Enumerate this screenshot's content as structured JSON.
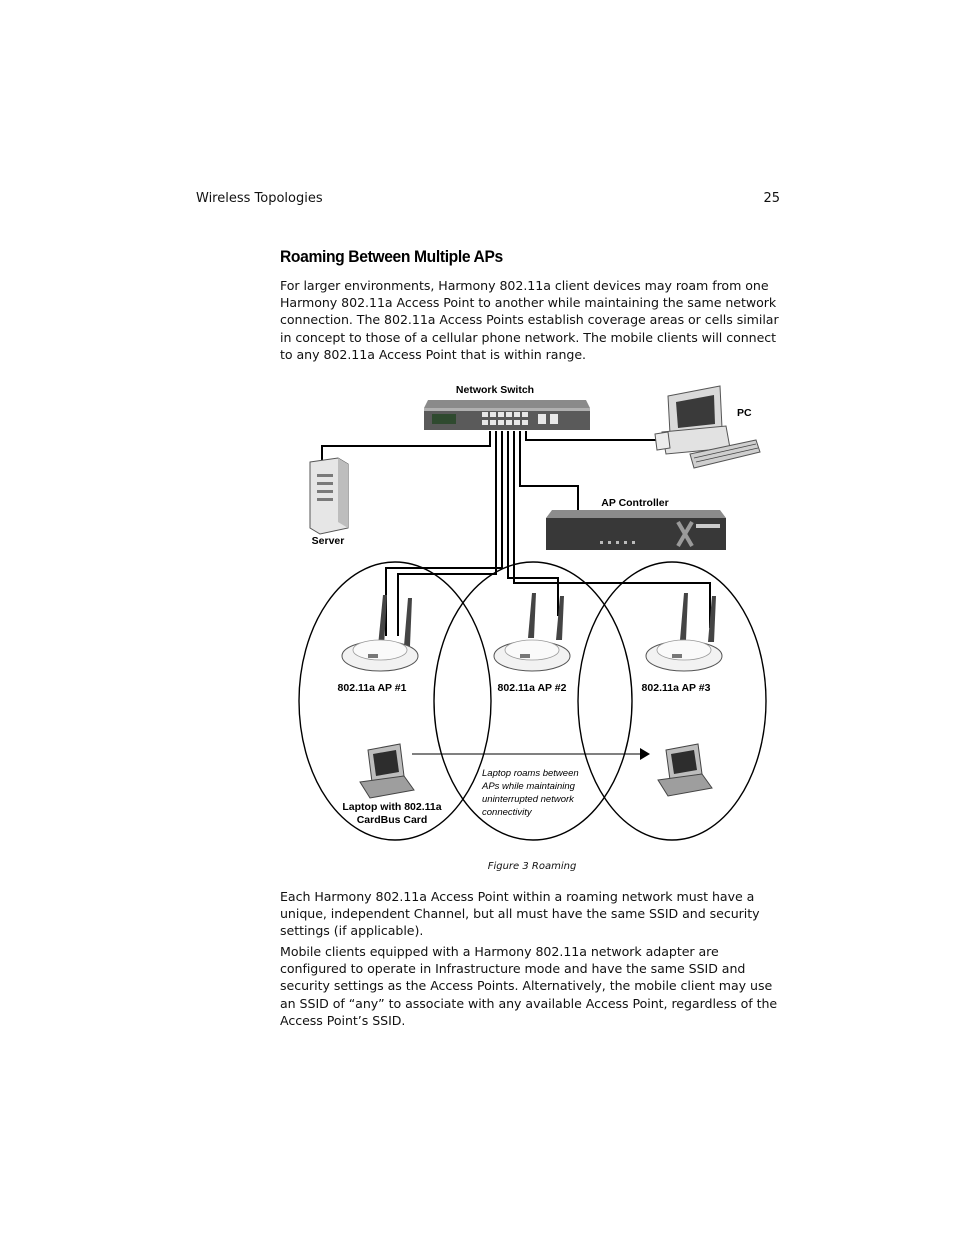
{
  "header": {
    "section": "Wireless Topologies",
    "page_number": "25"
  },
  "title": "Roaming Between Multiple APs",
  "paragraphs": {
    "intro": "For larger environments, Harmony 802.11a client devices may roam from one Harmony 802.11a Access Point to another while maintaining the same network connection.  The 802.11a Access Points establish coverage areas or cells similar in concept to those of a cellular phone network.  The mobile clients will connect to any 802.11a Access Point that is within range.",
    "ssid": "Each Harmony 802.11a Access Point within a roaming network must have a unique, independent Channel, but all must have the same SSID and security settings (if applicable).",
    "mobile": "Mobile clients equipped with a Harmony 802.11a network adapter are configured to operate in Infrastructure mode and have the same SSID and security settings as the Access Points.  Alternatively, the mobile client may use an SSID of “any” to associate with any available Access Point, regardless of the Access Point’s SSID."
  },
  "figure": {
    "labels": {
      "network_switch": "Network Switch",
      "pc": "PC",
      "server": "Server",
      "ap_controller": "AP Controller",
      "ap1": "802.11a AP #1",
      "ap2": "802.11a AP #2",
      "ap3": "802.11a AP #3",
      "laptop_line1": "Laptop with 802.11a",
      "laptop_line2": "CardBus Card",
      "roam_line1": "Laptop roams between",
      "roam_line2": "APs while maintaining",
      "roam_line3": "uninterrupted network",
      "roam_line4": "connectivity"
    },
    "caption": "Figure 3 Roaming"
  }
}
